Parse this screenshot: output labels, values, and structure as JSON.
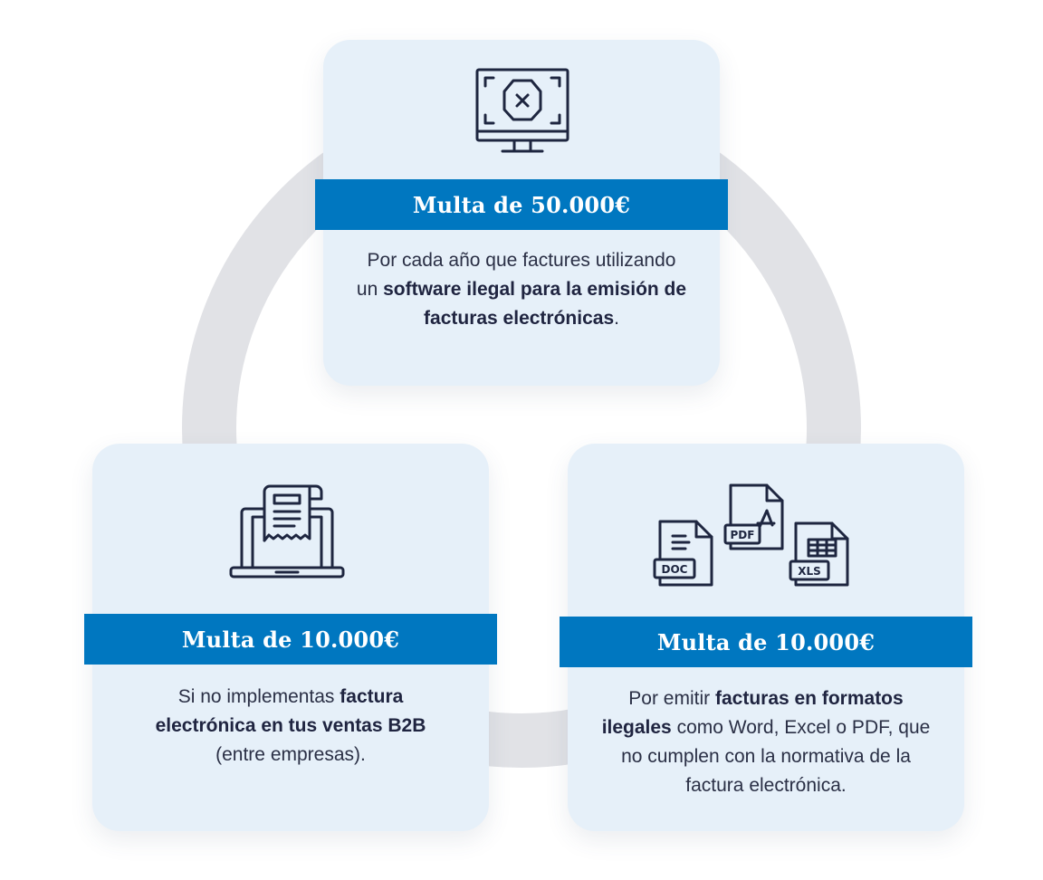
{
  "cards": {
    "top": {
      "title": "Multa de 50.000€",
      "desc": {
        "t1": "Por cada año que factures utilizando un ",
        "b1": "software ilegal para la emisión de facturas electrónicas",
        "t2": "."
      }
    },
    "left": {
      "title": "Multa de 10.000€",
      "desc": {
        "t1": "Si no implementas ",
        "b1": "factura electrónica en tus ventas B2B",
        "t2": " (entre empresas)."
      }
    },
    "right": {
      "title": "Multa de 10.000€",
      "desc": {
        "t1": "Por emitir ",
        "b1": "facturas en formatos ilegales",
        "t2": " como Word, Excel o PDF, que no cumplen con la normativa de la factura electrónica."
      }
    }
  },
  "file_labels": {
    "doc": "DOC",
    "pdf": "PDF",
    "xls": "XLS"
  },
  "icons": {
    "top": "monitor-blocked-icon",
    "left": "laptop-receipt-icon",
    "right": "file-formats-icon"
  },
  "colors": {
    "banner": "#0077c0",
    "card": "#e6f0f9",
    "ring": "#e1e2e6",
    "icon_stroke": "#1e2640"
  }
}
